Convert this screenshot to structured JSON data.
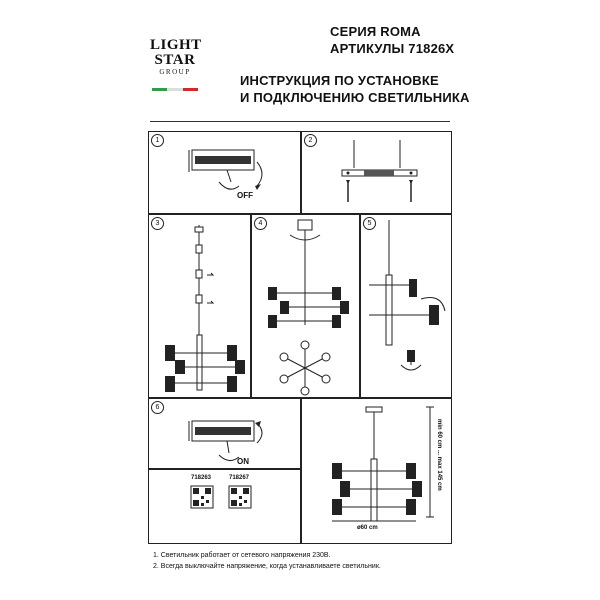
{
  "logo": {
    "line1": "LIGHT",
    "line2": "STAR",
    "line3": "GROUP",
    "colors": [
      "#2e9e4a",
      "#ffffff",
      "#d7262c"
    ]
  },
  "header": {
    "series": "СЕРИЯ ROMA",
    "articles": "АРТИКУЛЫ 71826X",
    "title_line1": "ИНСТРУКЦИЯ ПО УСТАНОВКЕ",
    "title_line2": "И ПОДКЛЮЧЕНИЮ СВЕТИЛЬНИКА"
  },
  "steps": {
    "s1": {
      "number": "1",
      "switch_label": "OFF"
    },
    "s2": {
      "number": "2"
    },
    "s3": {
      "number": "3"
    },
    "s4": {
      "number": "4"
    },
    "s5": {
      "number": "5"
    },
    "s6": {
      "number": "6",
      "switch_label": "ON"
    }
  },
  "products": {
    "code1": "718263",
    "code2": "718267"
  },
  "dimensions": {
    "height": "min 60 cm ... max 145 cm",
    "diameter": "ø60 cm"
  },
  "notes": {
    "n1": "1. Светильник работает от сетевого напряжения 230В.",
    "n2": "2. Всегда выключайте напряжение, когда устанавливаете светильник."
  },
  "icons": [
    "breaker-icon",
    "rotate-arrow-icon",
    "mounting-bar-icon",
    "screw-icon",
    "qr-code-icon",
    "chandelier-icon"
  ]
}
